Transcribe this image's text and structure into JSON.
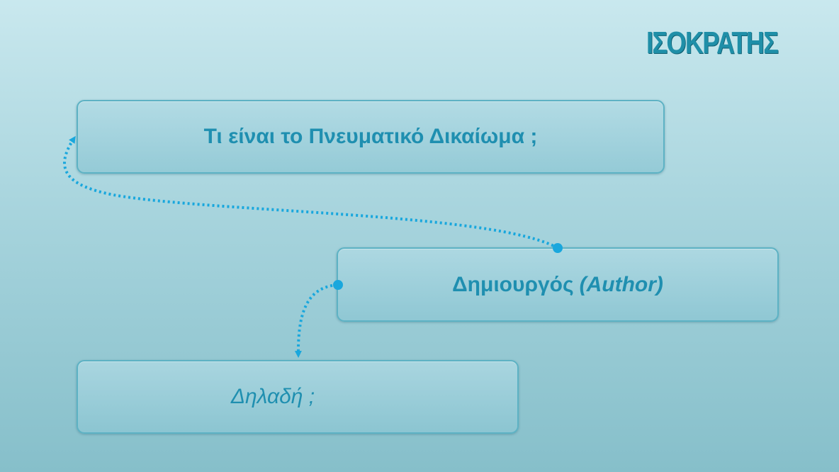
{
  "logo": {
    "text": "ΙΣΟΚΡΑΤΗΣ"
  },
  "nodes": {
    "question": {
      "label": "Τι είναι το Πνευματικό Δικαίωμα ;"
    },
    "author": {
      "label": "Δημιουργός",
      "paren": "(Author)"
    },
    "meaning": {
      "label": "Δηλαδή ;"
    }
  },
  "colors": {
    "accent": "#1f8fb0",
    "connector": "#19a7dd",
    "box_border": "#5db2c4",
    "logo": "#1f8fa8"
  }
}
